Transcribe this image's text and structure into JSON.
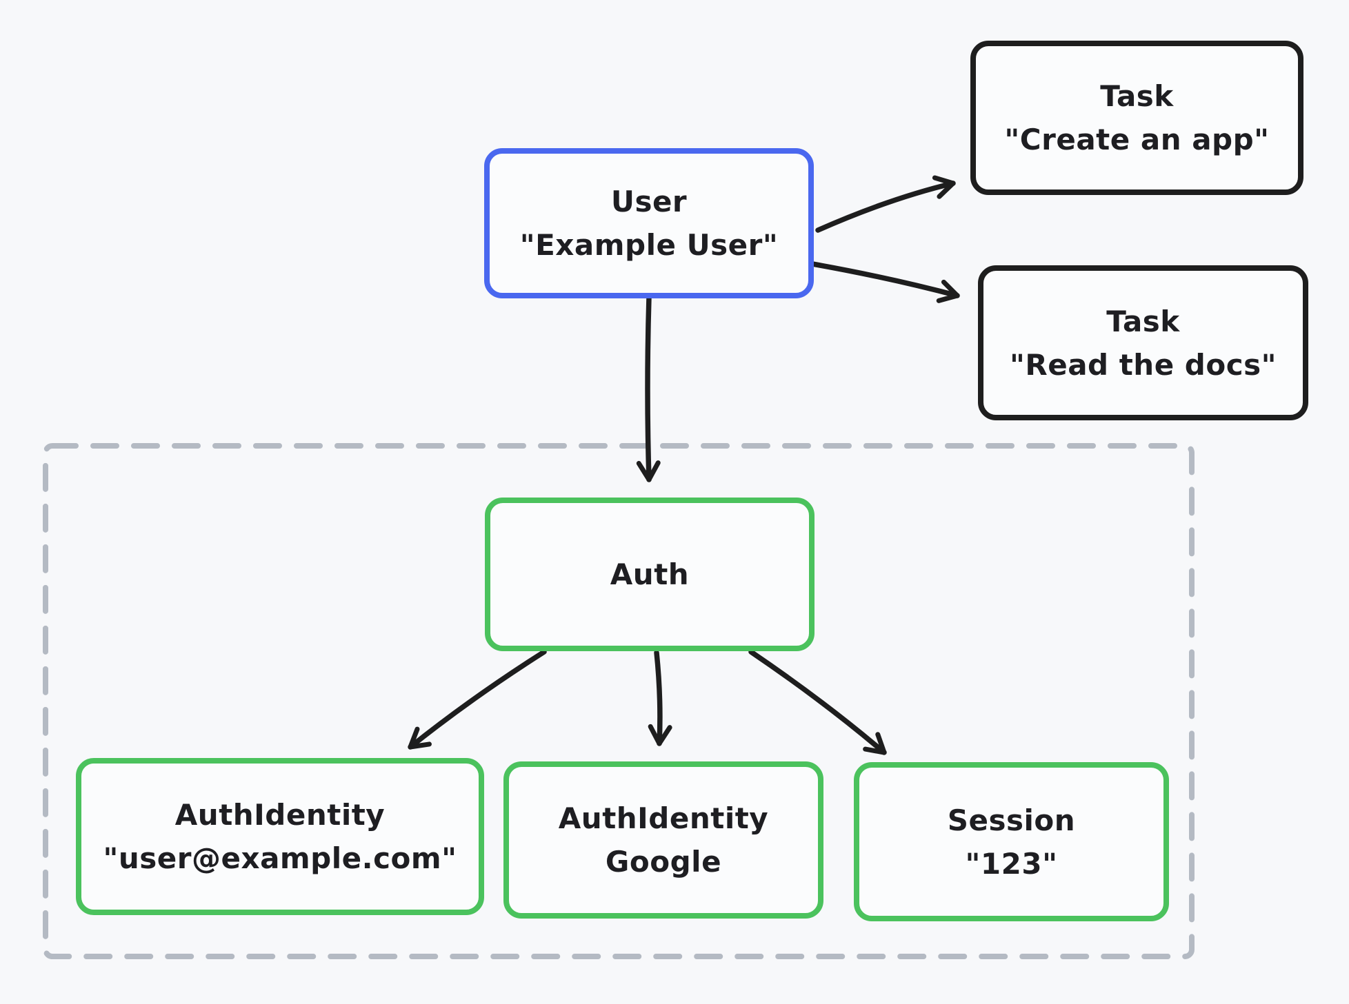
{
  "diagram": {
    "background": "#f7f8fa",
    "colors": {
      "user_accent": "#4a68ef",
      "task_stroke": "#1e1e1e",
      "auth_accent": "#4bc25d",
      "group_dash": "#b4bac3",
      "text": "#1e1e22"
    },
    "nodes": {
      "user": {
        "title": "User",
        "subtitle": "\"Example User\""
      },
      "task_create": {
        "title": "Task",
        "subtitle": "\"Create an app\""
      },
      "task_read": {
        "title": "Task",
        "subtitle": "\"Read the docs\""
      },
      "auth": {
        "title": "Auth"
      },
      "auth_identity_email": {
        "title": "AuthIdentity",
        "subtitle": "\"user@example.com\""
      },
      "auth_identity_google": {
        "title": "AuthIdentity",
        "subtitle": "Google"
      },
      "session": {
        "title": "Session",
        "subtitle": "\"123\""
      }
    },
    "edges": [
      "user -> task_create",
      "user -> task_read",
      "user -> auth",
      "auth -> auth_identity_email",
      "auth -> auth_identity_google",
      "auth -> session"
    ]
  }
}
